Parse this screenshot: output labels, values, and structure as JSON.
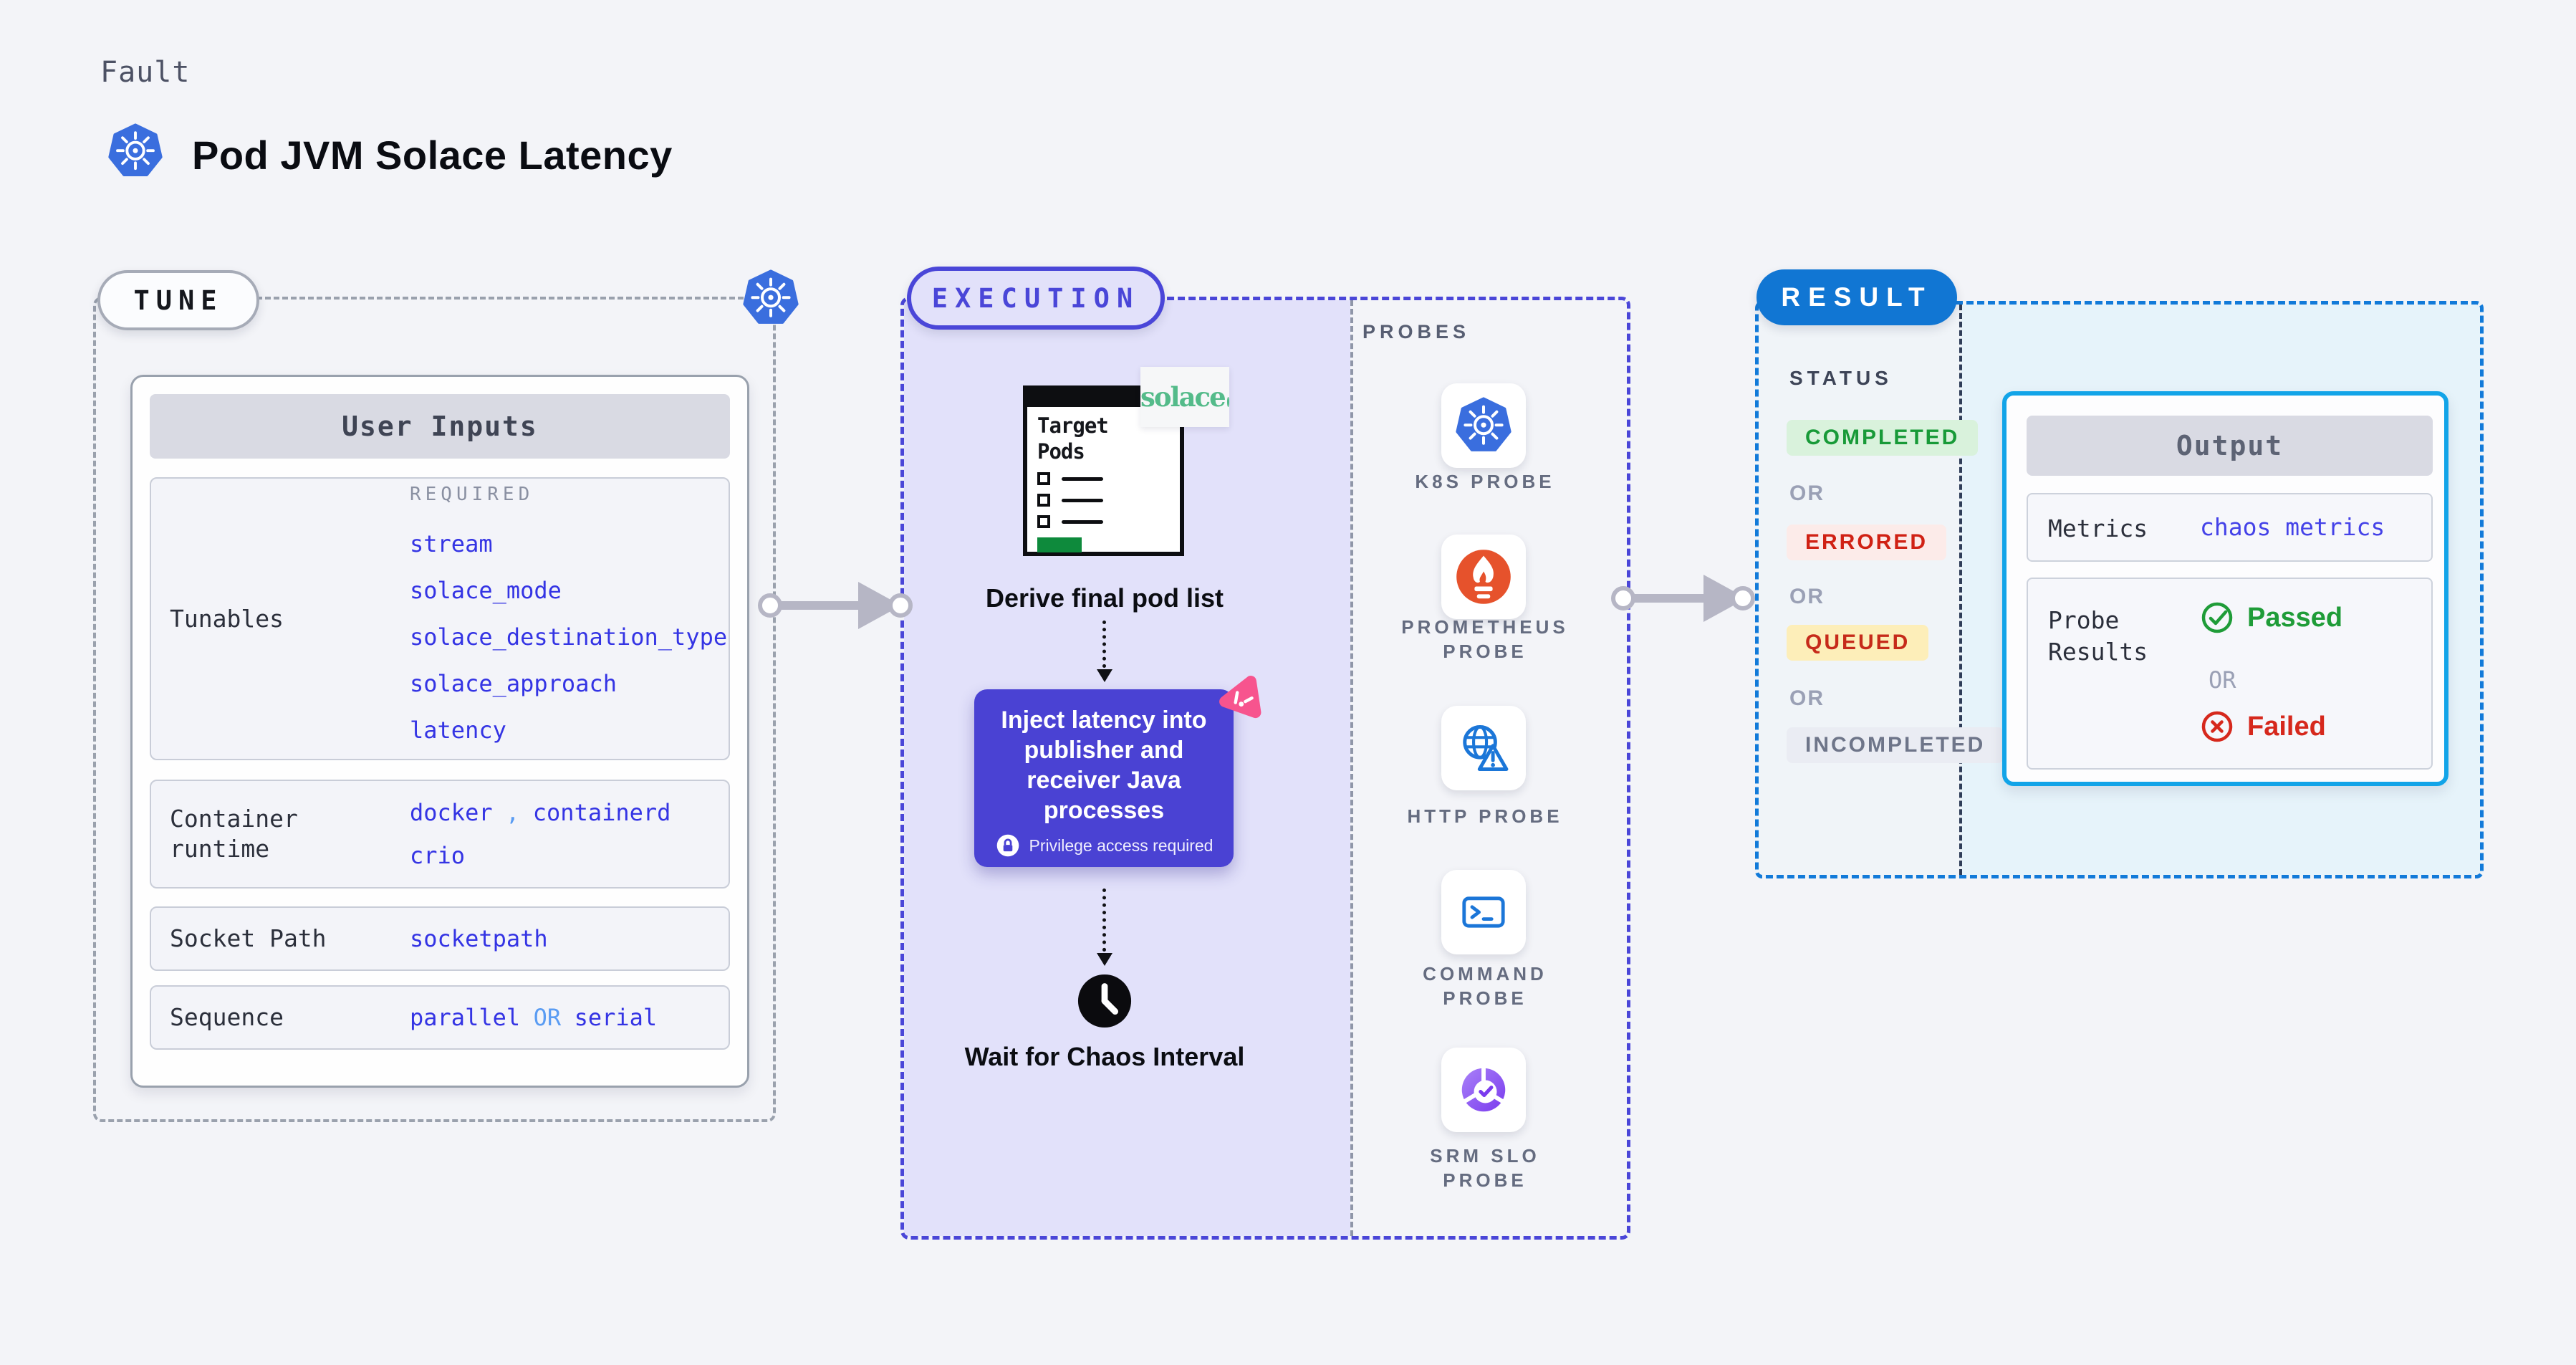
{
  "header": {
    "kicker": "Fault",
    "title": "Pod JVM Solace Latency"
  },
  "tune": {
    "badge": "TUNE",
    "card_title": "User Inputs",
    "required_tag": "REQUIRED",
    "rows": [
      {
        "label": "Tunables",
        "values": [
          "stream",
          "solace_mode",
          "solace_destination_type",
          "solace_approach",
          "latency"
        ]
      },
      {
        "label": "Container runtime",
        "values": [
          "docker",
          "containerd",
          "crio"
        ],
        "separator": ","
      },
      {
        "label": "Socket Path",
        "values": [
          "socketpath"
        ]
      },
      {
        "label": "Sequence",
        "values": [
          "parallel",
          "serial"
        ],
        "separator": "OR"
      }
    ]
  },
  "execution": {
    "badge": "EXECUTION",
    "target_pods_label": "Target Pods",
    "solace_logo_text": "solace",
    "derive_step_label": "Derive final pod list",
    "inject_step_label": "Inject latency into publisher and receiver Java processes",
    "privilege_note": "Privilege access required",
    "wait_step_label": "Wait for Chaos Interval"
  },
  "probes": {
    "title": "PROBES",
    "items": [
      {
        "label": "K8S PROBE",
        "icon": "kubernetes-icon"
      },
      {
        "label": "PROMETHEUS PROBE",
        "icon": "prometheus-icon"
      },
      {
        "label": "HTTP PROBE",
        "icon": "http-globe-warning-icon"
      },
      {
        "label": "COMMAND PROBE",
        "icon": "terminal-icon"
      },
      {
        "label": "SRM SLO PROBE",
        "icon": "srm-slo-pie-check-icon"
      }
    ]
  },
  "result": {
    "badge": "RESULT",
    "status_title": "STATUS",
    "or_separator": "OR",
    "statuses": [
      {
        "label": "COMPLETED",
        "text_color": "#189a38",
        "bg_color": "#d9f2dc"
      },
      {
        "label": "ERRORED",
        "text_color": "#d02114",
        "bg_color": "#fcebe9"
      },
      {
        "label": "QUEUED",
        "text_color": "#c62a1a",
        "bg_color": "#fdeeb9"
      },
      {
        "label": "INCOMPLETED",
        "text_color": "#6e7589",
        "bg_color": "#eaecf3"
      }
    ],
    "output": {
      "title": "Output",
      "metrics_label": "Metrics",
      "metrics_value": "chaos metrics",
      "probe_results_label": "Probe Results",
      "passed_label": "Passed",
      "failed_label": "Failed"
    }
  },
  "colors": {
    "page_bg": "#f3f4f8",
    "accent_indigo": "#4a46d8",
    "accent_blue": "#1176d3",
    "accent_cyan": "#12a4e8",
    "value_blue": "#3434e4",
    "link_light_blue": "#5a9cf3",
    "lavender": "#e2e1fa",
    "arrow_gray": "#b6b6c5",
    "inject_purple": "#4a42d3",
    "solace_green": "#54bb8a",
    "pink": "#f7548e",
    "prometheus_orange": "#e6522c",
    "kubernetes_blue": "#3a6ede"
  }
}
